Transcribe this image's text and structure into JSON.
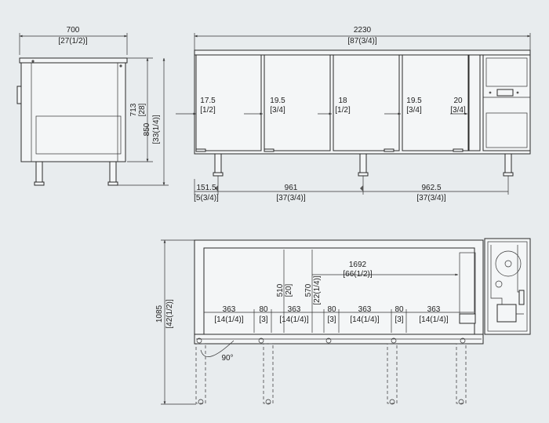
{
  "side_view": {
    "width_mm": "700",
    "width_in": "[27(1/2)]",
    "body_h_mm": "713",
    "body_h_in": "[28]",
    "total_h_mm": "850",
    "total_h_in": "[33(1/4)]"
  },
  "front_view": {
    "total_w_mm": "2230",
    "total_w_in": "[87(3/4)]",
    "gaps": [
      {
        "mm": "17.5",
        "in": "[1/2]"
      },
      {
        "mm": "19.5",
        "in": "[3/4]"
      },
      {
        "mm": "18",
        "in": "[1/2]"
      },
      {
        "mm": "19.5",
        "in": "[3/4]"
      },
      {
        "mm": "20",
        "in": "[3/4]"
      }
    ],
    "legs": [
      {
        "mm": "151.5",
        "in": "[5(3/4)]"
      },
      {
        "mm": "961",
        "in": "[37(3/4)]"
      },
      {
        "mm": "962.5",
        "in": "[37(3/4)]"
      }
    ]
  },
  "top_view": {
    "depth_mm": "1085",
    "depth_in": "[42(1/2)]",
    "inner_w_mm": "1692",
    "inner_w_in": "[66(1/2)]",
    "inner_d1_mm": "510",
    "inner_d1_in": "[20]",
    "inner_d2_mm": "570",
    "inner_d2_in": "[22(1/4)]",
    "openings": [
      {
        "mm": "363",
        "in": "[14(1/4)]"
      },
      {
        "mm": "363",
        "in": "[14(1/4)]"
      },
      {
        "mm": "363",
        "in": "[14(1/4)]"
      },
      {
        "mm": "363",
        "in": "[14(1/4)]"
      }
    ],
    "separators": [
      {
        "mm": "80",
        "in": "[3]"
      },
      {
        "mm": "80",
        "in": "[3]"
      },
      {
        "mm": "80",
        "in": "[3]"
      }
    ],
    "door_angle": "90°"
  },
  "colors": {
    "background": "#e8ecee",
    "line": "#2a2a2a",
    "panel": "#f4f6f7"
  }
}
